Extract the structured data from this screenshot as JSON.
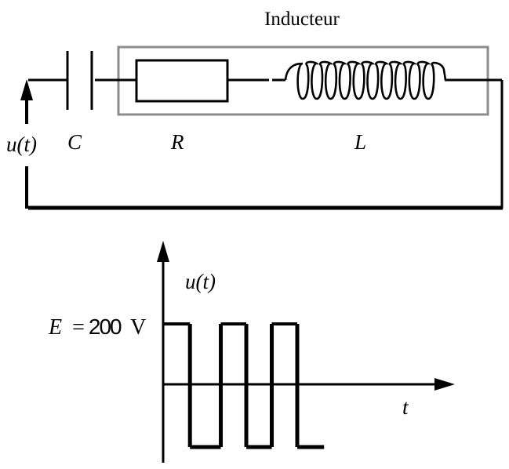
{
  "circuit": {
    "group_label": "Inducteur",
    "source_label": "u(t)",
    "capacitor_label": "C",
    "resistor_label": "R",
    "inductor_label": "L",
    "inductor_loops": 10,
    "group_box_color": "#8c8c8c",
    "wire_color": "#000000"
  },
  "chart_data": {
    "type": "line",
    "title": "",
    "ylabel": "u(t)",
    "xlabel": "t",
    "level_label_var": "E",
    "level_label_eq": "=",
    "level_label_value": "200",
    "level_label_unit": "V",
    "amplitude_volts": 200,
    "waveform": "square",
    "levels": [
      200,
      -200
    ],
    "segments": [
      {
        "t0": 0.0,
        "t1": 1.0,
        "value": 200
      },
      {
        "t0": 1.0,
        "t1": 2.15,
        "value": -200
      },
      {
        "t0": 2.15,
        "t1": 3.1,
        "value": 200
      },
      {
        "t0": 3.1,
        "t1": 4.05,
        "value": -200
      },
      {
        "t0": 4.05,
        "t1": 5.0,
        "value": 200
      },
      {
        "t0": 5.0,
        "t1": 6.0,
        "value": -200
      }
    ],
    "xlim": [
      0,
      10.6
    ],
    "ylim": [
      -240,
      240
    ],
    "grid": false,
    "legend": "none"
  }
}
